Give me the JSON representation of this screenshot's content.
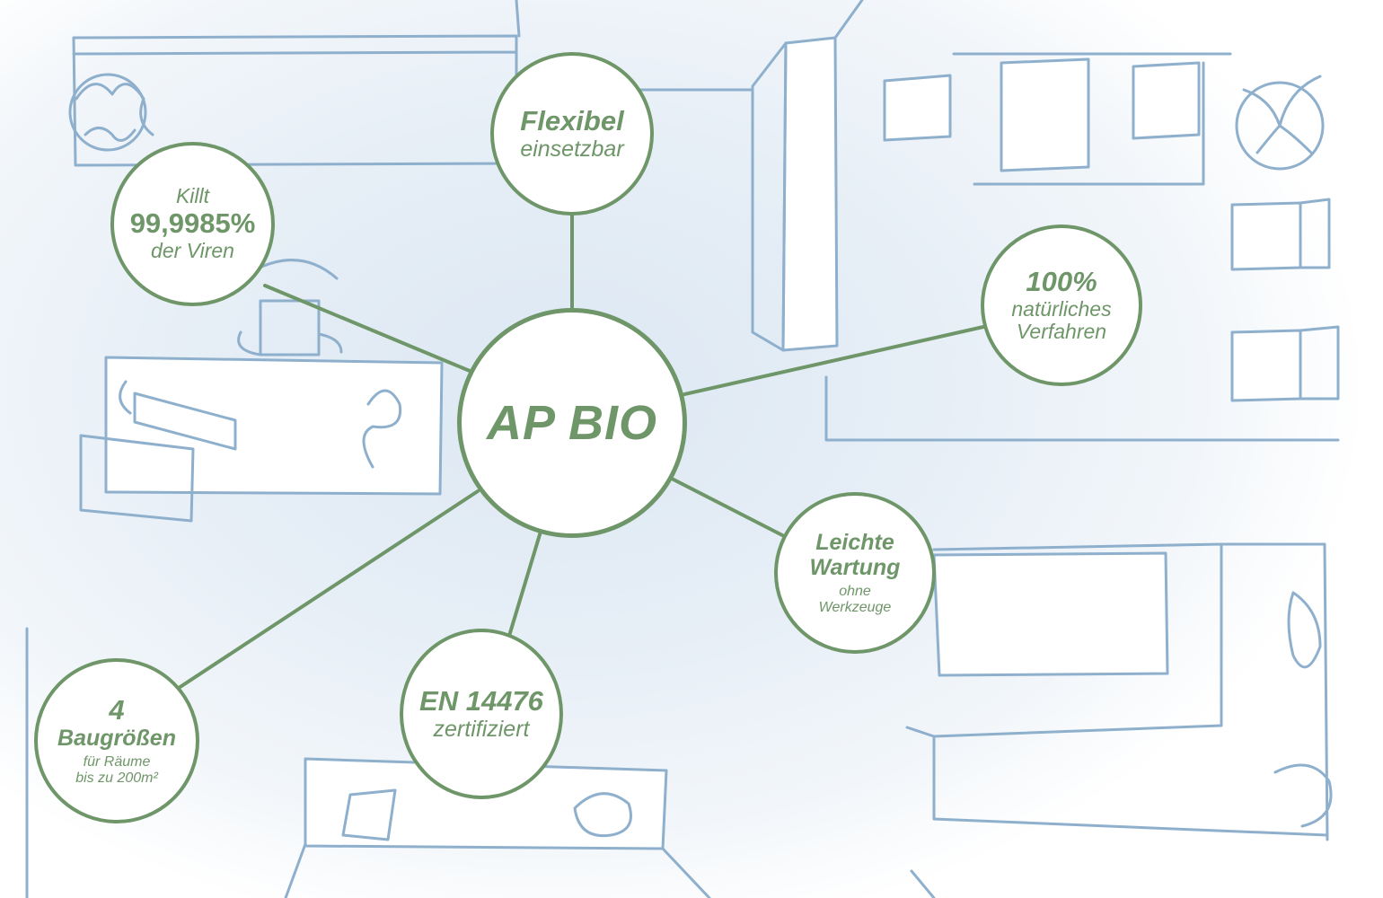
{
  "center": {
    "title": "AP BIO"
  },
  "nodes": {
    "flexibel": {
      "title": "Flexibel",
      "sub": "einsetzbar"
    },
    "killt": {
      "line1": "Killt",
      "value": "99,9985%",
      "line2": "der Viren"
    },
    "natuerlich": {
      "value": "100%",
      "line1": "natürliches",
      "line2": "Verfahren"
    },
    "wartung": {
      "line1": "Leichte",
      "line2": "Wartung",
      "line3": "ohne",
      "line4": "Werkzeuge"
    },
    "en": {
      "title": "EN 14476",
      "sub": "zertifiziert"
    },
    "bau": {
      "value": "4",
      "line1": "Baugrößen",
      "line2": "für Räume",
      "line3": "bis zu 200m²"
    }
  },
  "colors": {
    "accent_green": "#6e9668",
    "sketch_blue": "#8fb0cd",
    "background": "#e3ecf5"
  }
}
